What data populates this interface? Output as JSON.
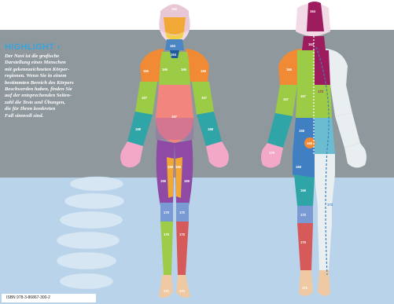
{
  "highlight": {
    "title": "HIGHLIGHT ›",
    "lines": [
      "Der Navi ist die grafische",
      "Darstellung eines Menschen",
      "mit gekennzeichneten Körper-",
      "regionen. Wenn Sie in einem",
      "bestimmten Bereich des Körpers",
      "Beschwerden haben, finden Sie",
      "auf der entsprechenden Seiten-",
      "zahl die Tests und Übungen,",
      "die für Ihren konkreten",
      "Fall sinnvoll sind."
    ]
  },
  "front_labels": {
    "head": "162",
    "neck": "163",
    "chest_upper": "164",
    "shoulder_left": "165",
    "shoulder_right": "165",
    "chest_left": "166",
    "chest_right": "166",
    "upper_arm_left": "167",
    "upper_arm_right": "167",
    "abdomen": "167",
    "forearm_left": "168",
    "forearm_right": "168",
    "thigh_left": "169",
    "thigh_inner_left": "169",
    "thigh_inner_right": "169",
    "thigh_right": "169",
    "knee_left": "170",
    "knee_right": "170",
    "shin_left": "170",
    "shin_right": "170",
    "foot_left": "171",
    "foot_right": "171"
  },
  "back_labels": {
    "head": "164",
    "neck": "163",
    "upper_back": "165",
    "spine": "173",
    "back_left": "167",
    "back_right": "167",
    "lower_back": "168",
    "hip": "168",
    "glute": "169",
    "thigh_back": "169",
    "knee_back": "172",
    "calf_left": "170",
    "calf_right": "170",
    "nerve": "173",
    "foot": "171"
  },
  "colors": {
    "head": "#e8c7d7",
    "neck": "#4b86c2",
    "shoulder": "#f08a35",
    "chest": "#9ccb45",
    "arm": "#2fa5a8",
    "abdomen": "#f2867e",
    "hand": "#f2a8c6",
    "thigh": "#8e4aa5",
    "thigh_inner": "#f2a836",
    "knee": "#7a9ad3",
    "shin_left": "#9fcc48",
    "shin_right": "#d65a5a",
    "foot": "#efc9a3",
    "back_upper": "#9d1c5e",
    "nerve": "#3b82c4"
  },
  "isbn": "ISBN 978-3-86867-300-2"
}
